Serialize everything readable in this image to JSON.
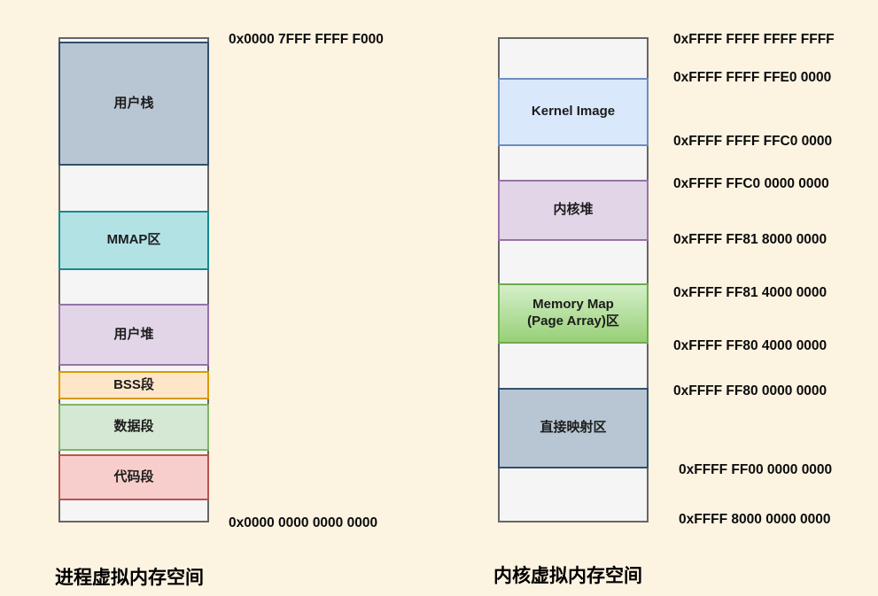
{
  "page": {
    "fill": "#fdf3e1"
  },
  "process_space": {
    "caption": "进程虚拟内存空间",
    "container": {
      "fill": "#f5f5f5",
      "stroke": "#666666"
    },
    "top_address": "0x0000 7FFF FFFF F000",
    "bottom_address": "0x0000 0000 0000 0000",
    "segments": [
      {
        "name": "user-stack",
        "label": "用户栈",
        "fill": "#b8c6d3",
        "stroke": "#31506c"
      },
      {
        "name": "mmap-region",
        "label": "MMAP区",
        "fill": "#b3e2e5",
        "stroke": "#17888e"
      },
      {
        "name": "user-heap",
        "label": "用户堆",
        "fill": "#e1d5e7",
        "stroke": "#9673a6"
      },
      {
        "name": "bss-segment",
        "label": "BSS段",
        "fill": "#ffe6c9",
        "stroke": "#d79b00"
      },
      {
        "name": "data-segment",
        "label": "数据段",
        "fill": "#d5e8d4",
        "stroke": "#82b366"
      },
      {
        "name": "code-segment",
        "label": "代码段",
        "fill": "#f8cecc",
        "stroke": "#b85450"
      }
    ]
  },
  "kernel_space": {
    "caption": "内核虚拟内存空间",
    "container": {
      "fill": "#f5f5f5",
      "stroke": "#666666"
    },
    "segments": [
      {
        "name": "kernel-image",
        "label": "Kernel Image",
        "fill": "#dae8fc",
        "stroke": "#6c8ebf"
      },
      {
        "name": "kernel-heap",
        "label": "内核堆",
        "fill": "#e1d5e7",
        "stroke": "#9673a6"
      },
      {
        "name": "memory-map",
        "label": "Memory Map (Page Array)区",
        "label_line1": "Memory Map",
        "label_line2": "(Page Array)区",
        "fill": "#d5efc9",
        "fill_bottom": "#97d077",
        "stroke": "#6faa4f"
      },
      {
        "name": "direct-mapping",
        "label": "直接映射区",
        "fill": "#b8c6d3",
        "stroke": "#31506c"
      }
    ],
    "addresses": [
      "0xFFFF FFFF FFFF FFFF",
      "0xFFFF FFFF FFE0 0000",
      "0xFFFF FFFF FFC0 0000",
      "0xFFFF FFC0 0000 0000",
      "0xFFFF FF81 8000 0000",
      "0xFFFF FF81 4000 0000",
      "0xFFFF FF80 4000 0000",
      "0xFFFF FF80 0000 0000",
      "0xFFFF FF00 0000 0000",
      "0xFFFF 8000 0000 0000"
    ]
  }
}
